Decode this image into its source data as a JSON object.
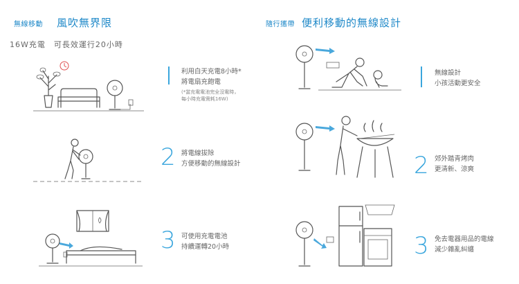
{
  "left": {
    "tag": "無線移動",
    "title": "風吹無界限",
    "subtitle": "16W充電　可長效運行20小時",
    "items": [
      {
        "num": "1",
        "lines": [
          "利用白天充電8小時*",
          "將電扇充飽電"
        ],
        "notes": [
          "(*當充電電池完全沒電時，",
          "每小時充電需耗16W)"
        ]
      },
      {
        "num": "2",
        "lines": [
          "將電線拔除",
          "方便移動的無線設計"
        ]
      },
      {
        "num": "3",
        "lines": [
          "可使用充電電池",
          "持續運轉20小時"
        ]
      }
    ]
  },
  "right": {
    "tag": "隨行攜帶",
    "title": "便利移動的無線設計",
    "items": [
      {
        "num": "1",
        "lines": [
          "無線設計",
          "小孩活動更安全"
        ]
      },
      {
        "num": "2",
        "lines": [
          "郊外踏青烤肉",
          "更清新、涼爽"
        ]
      },
      {
        "num": "3",
        "lines": [
          "免去電器用品的電線",
          "減少雜亂糾纏"
        ]
      }
    ]
  },
  "colors": {
    "accent": "#1e88c8",
    "number": "#3aa6dd",
    "line_art": "#555555"
  }
}
